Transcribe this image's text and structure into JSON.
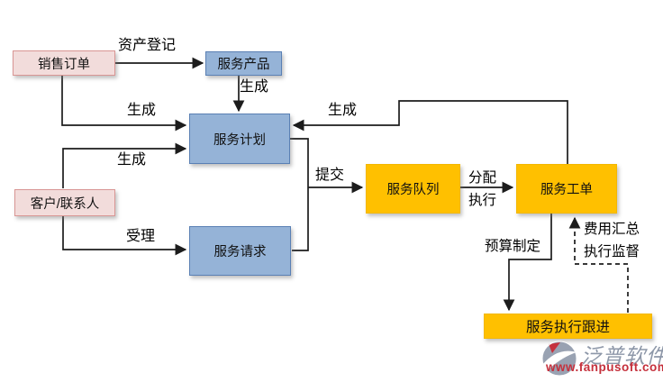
{
  "diagram": {
    "nodes": {
      "sales_order": {
        "label": "销售订单",
        "type": "pink"
      },
      "customer_contact": {
        "label": "客户/联系人",
        "type": "pink"
      },
      "service_product": {
        "label": "服务产品",
        "type": "blue"
      },
      "service_plan": {
        "label": "服务计划",
        "type": "blue"
      },
      "service_request": {
        "label": "服务请求",
        "type": "blue"
      },
      "service_queue": {
        "label": "服务队列",
        "type": "orange"
      },
      "service_workorder": {
        "label": "服务工单",
        "type": "orange"
      },
      "service_followup": {
        "label": "服务执行跟进",
        "type": "orange"
      }
    },
    "edge_labels": {
      "asset_register": "资产登记",
      "generate_product": "生成",
      "generate_sales": "生成",
      "generate_customer": "生成",
      "generate_feedback": "生成",
      "accept": "受理",
      "submit": "提交",
      "assign": "分配",
      "execute": "执行",
      "budget": "预算制定",
      "cost_summary": "费用汇总",
      "exec_supervision": "执行监督"
    },
    "colors": {
      "node_pink_fill": "#f2dcdb",
      "node_pink_border": "#d99694",
      "node_blue_fill": "#95b3d7",
      "node_blue_border": "#5a80b4",
      "node_orange_fill": "#ffc000",
      "line": "#1c1c1c",
      "background": "#ffffff"
    }
  },
  "watermark": {
    "brand": "泛普软件",
    "url": "www.fanpusoft.com",
    "brand_color": "#8d97a8",
    "url_color": "#c5303c"
  }
}
